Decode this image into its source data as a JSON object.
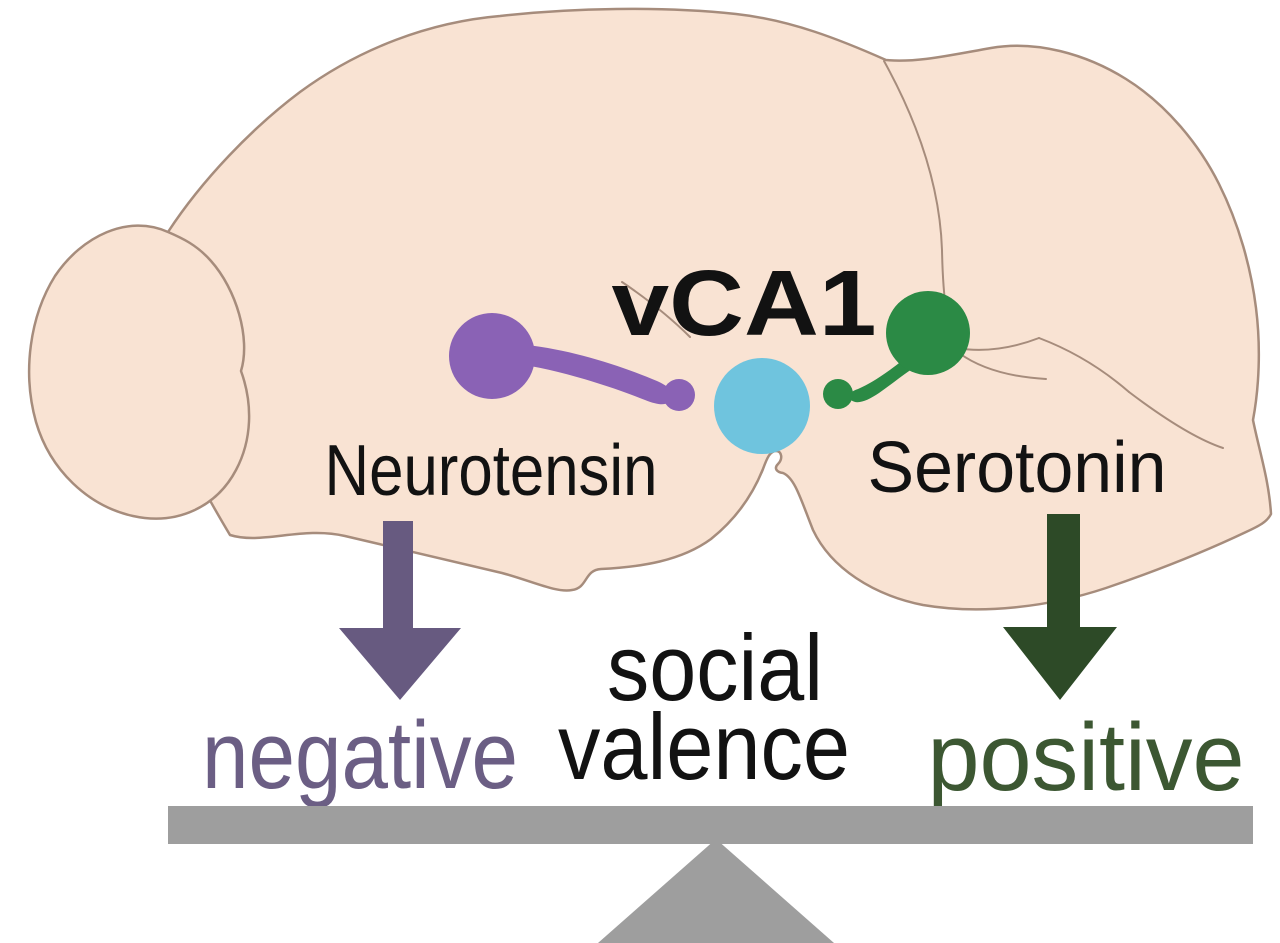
{
  "figure": {
    "title": "vCA1",
    "left_pathway": {
      "label": "Neurotensin",
      "outcome": "negative"
    },
    "right_pathway": {
      "label": "Serotonin",
      "outcome": "positive"
    },
    "balance": {
      "line1": "social",
      "line2": "valence"
    }
  },
  "colors": {
    "brain_fill": "#f9e3d3",
    "brain_outline": "#a68c7c",
    "neurotensin_node": "#8a62b5",
    "vca1_node": "#6fc4de",
    "serotonin_node": "#2b8a45",
    "negative_arrow": "#675a80",
    "negative_text": "#6b5e84",
    "positive_arrow": "#2d4a27",
    "positive_text": "#3c5732",
    "beam_gray": "#9e9e9e",
    "label_black": "#121212"
  }
}
